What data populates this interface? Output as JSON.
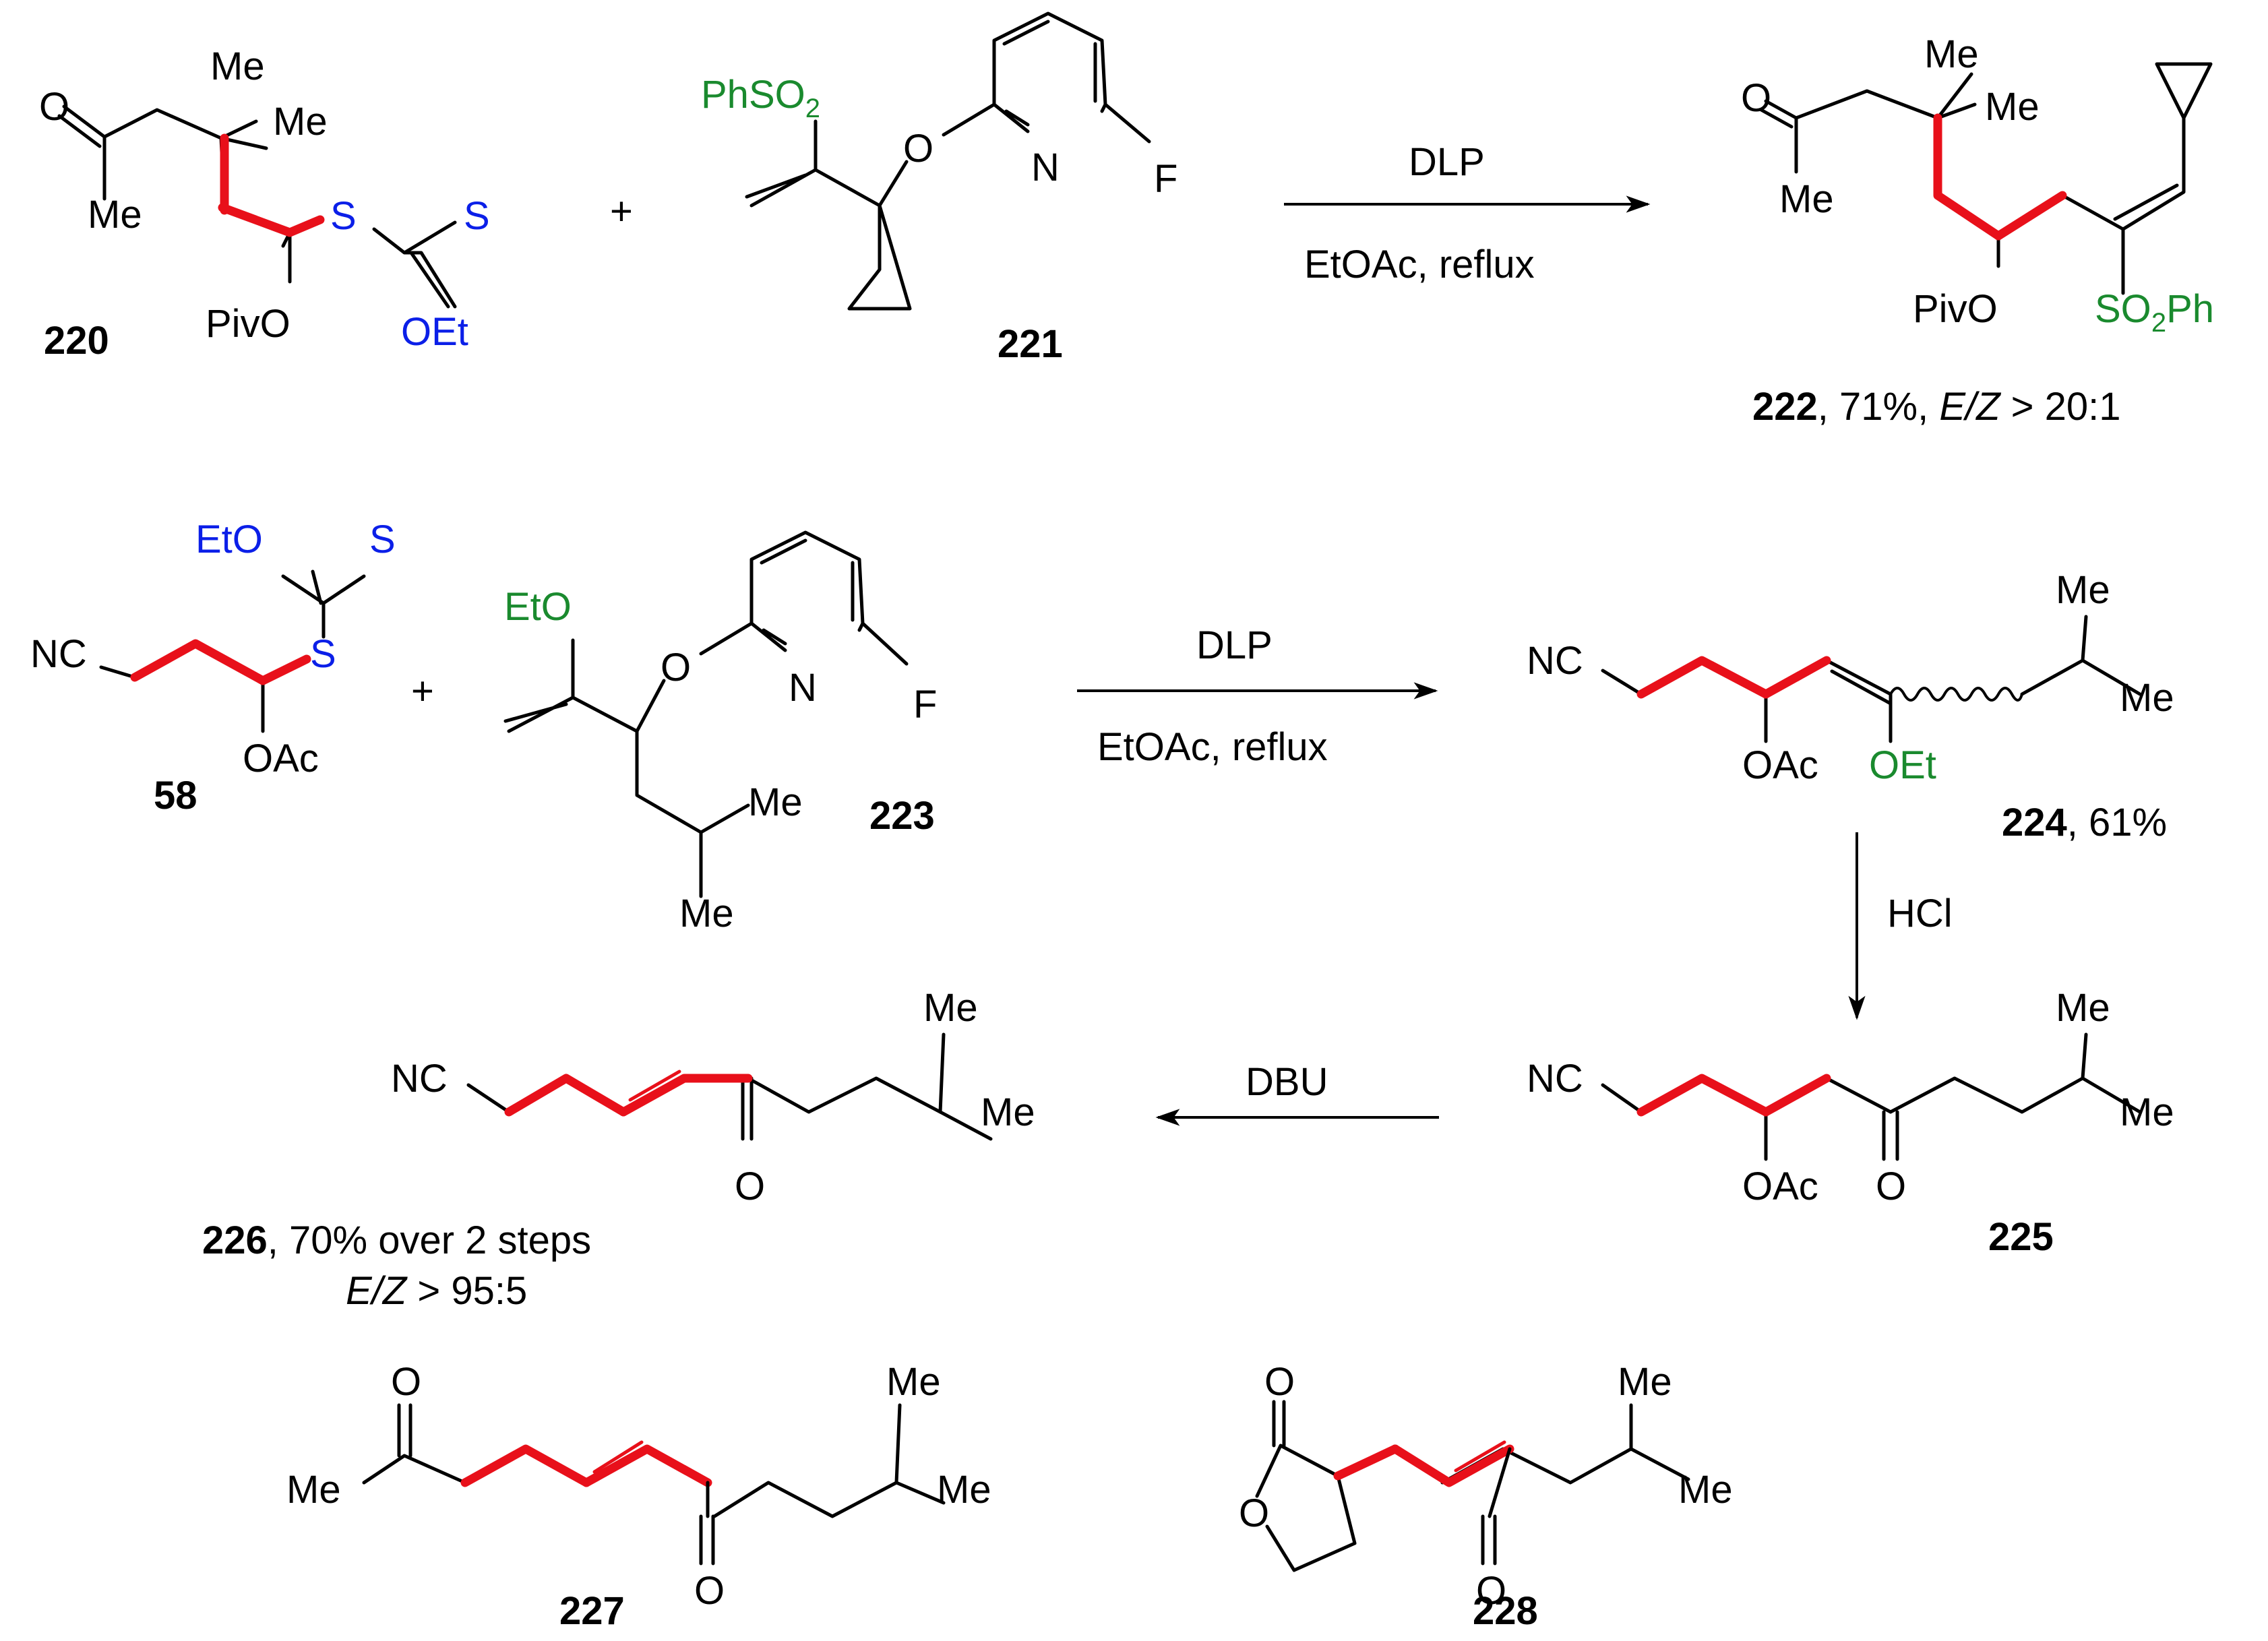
{
  "colors": {
    "new_bond": "#e8101a",
    "xanthate": "#0b1fe8",
    "substituent": "#1a8a2e",
    "text": "#000000"
  },
  "structures": {
    "c220": {
      "number": "220",
      "me1": "Me",
      "me2": "Me",
      "o": "O",
      "me3": "Me",
      "s1": "S",
      "s2": "S",
      "oet": "OEt",
      "pivo": "PivO"
    },
    "c221": {
      "number": "221",
      "phso2": "PhSO",
      "sub2": "2",
      "o": "O",
      "n": "N",
      "f": "F"
    },
    "c222": {
      "number": "222",
      "yield": ", 71%, ",
      "ez_italic": "E/Z",
      "ratio": " > 20:1",
      "o": "O",
      "me1": "Me",
      "me2": "Me",
      "me3": "Me",
      "pivo": "PivO",
      "so2ph_a": "SO",
      "sub2": "2",
      "so2ph_b": "Ph"
    },
    "c58": {
      "number": "58",
      "nc": "NC",
      "eto": "EtO",
      "s1": "S",
      "s2": "S",
      "oac": "OAc"
    },
    "c223": {
      "number": "223",
      "eto": "EtO",
      "o": "O",
      "n": "N",
      "f": "F",
      "me1": "Me",
      "me2": "Me"
    },
    "c224": {
      "number": "224",
      "yield": ", 61%",
      "nc": "NC",
      "oac": "OAc",
      "oet": "OEt",
      "me1": "Me",
      "me2": "Me"
    },
    "c225": {
      "number": "225",
      "nc": "NC",
      "oac": "OAc",
      "o": "O",
      "me1": "Me",
      "me2": "Me"
    },
    "c226": {
      "number": "226",
      "yield": ", 70% over 2 steps",
      "ez_italic": "E/Z",
      "ratio": " > 95:5",
      "nc": "NC",
      "o": "O",
      "me1": "Me",
      "me2": "Me"
    },
    "c227": {
      "number": "227",
      "o1": "O",
      "me1": "Me",
      "o2": "O",
      "me2": "Me",
      "me3": "Me"
    },
    "c228": {
      "number": "228",
      "o1": "O",
      "o2": "O",
      "o3": "O",
      "me1": "Me",
      "me2": "Me"
    }
  },
  "symbols": {
    "plus": "+"
  },
  "reactions": {
    "r1": {
      "reagent": "DLP",
      "conditions": "EtOAc, reflux"
    },
    "r2": {
      "reagent": "DLP",
      "conditions": "EtOAc, reflux"
    },
    "r3": {
      "reagent": "HCl"
    },
    "r4": {
      "reagent": "DBU"
    }
  }
}
